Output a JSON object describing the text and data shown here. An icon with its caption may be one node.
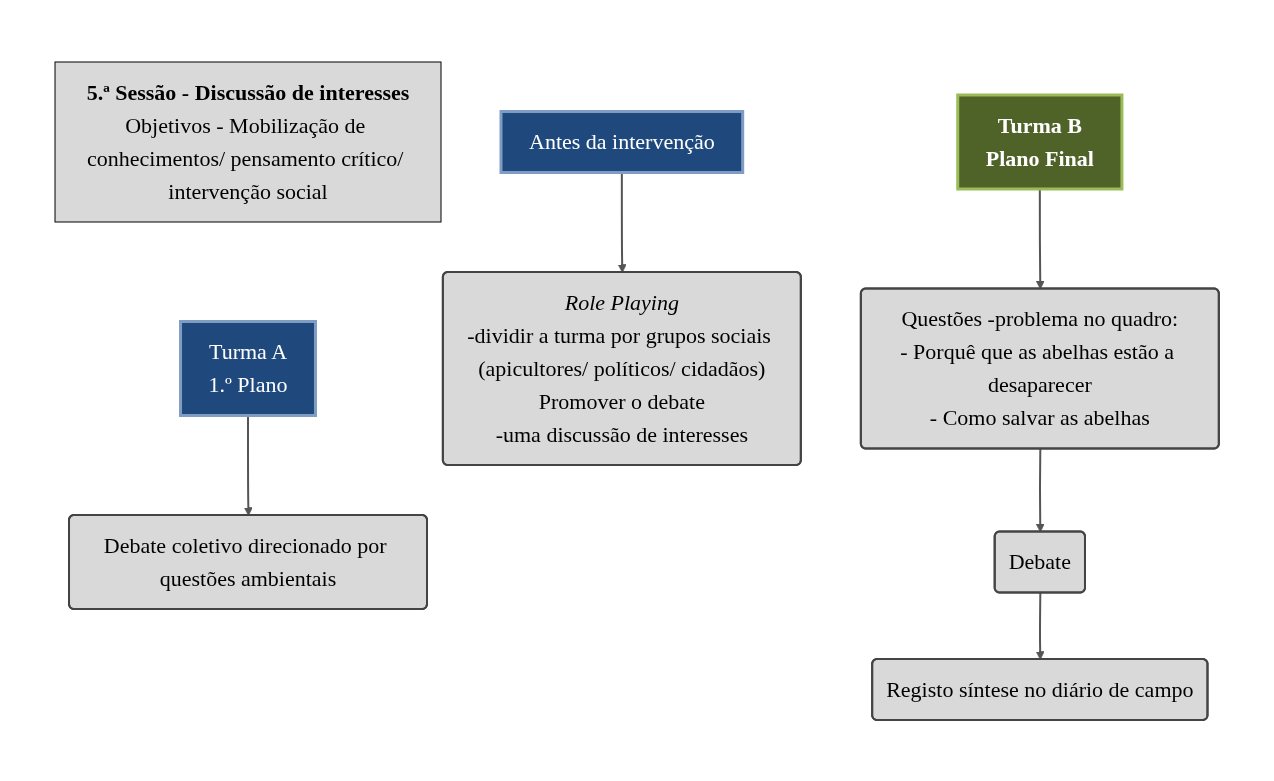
{
  "diagram": {
    "nodes": [
      {
        "text": [
          "5.ª Sessão - Discussão de interesses",
          "Objetivos - Mobilização de conhecimentos/ pensamento crítico/ intervenção social"
        ]
      },
      {
        "text": [
          "Antes da intervenção"
        ]
      },
      {
        "text": [
          "Turma A",
          "1.º Plano"
        ]
      },
      {
        "text": [
          "Turma B",
          "Plano Final"
        ]
      },
      {
        "text": [
          "Role Playing",
          "-dividir a turma por grupos sociais (apicultores/ políticos/ cidadãos)",
          "Promover o debate",
          "-uma discussão de interesses"
        ]
      },
      {
        "text": [
          "Debate coletivo direcionado por questões ambientais"
        ]
      },
      {
        "text": [
          "Questões -problema no quadro:",
          "- Porquê que as abelhas estão a desaparecer",
          "- Como salvar as abelhas"
        ]
      },
      {
        "text": [
          "Debate"
        ]
      },
      {
        "text": [
          "Registo síntese no diário de campo"
        ]
      }
    ],
    "edges": [
      {
        "from": 1,
        "to": 4,
        "arrow": "to"
      },
      {
        "from": 2,
        "to": 5,
        "arrow": "to"
      },
      {
        "from": 3,
        "to": 6,
        "arrow": "to"
      },
      {
        "from": 6,
        "to": 7,
        "arrow": "to"
      },
      {
        "from": 7,
        "to": 8,
        "arrow": "to"
      }
    ]
  }
}
